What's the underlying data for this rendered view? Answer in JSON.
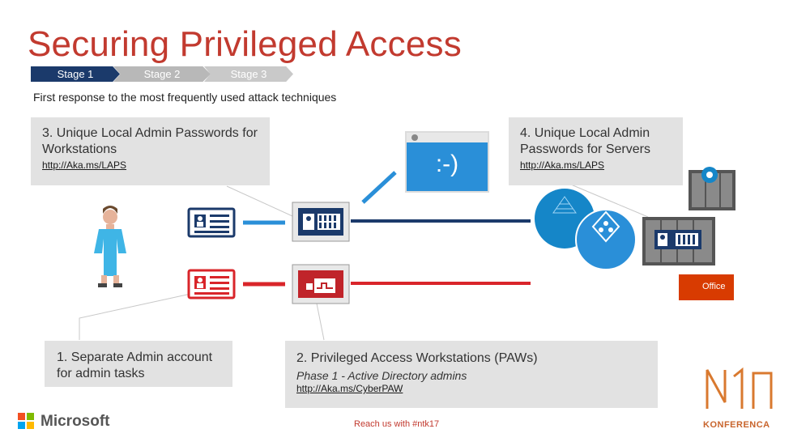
{
  "title": "Securing Privileged Access",
  "stages": [
    "Stage 1",
    "Stage 2",
    "Stage 3"
  ],
  "subtitle": "First response to the most frequently used attack techniques",
  "box3": {
    "title": "3. Unique Local Admin Passwords for Workstations",
    "link": "http://Aka.ms/LAPS"
  },
  "box4": {
    "title": "4. Unique Local Admin Passwords for Servers",
    "link": "http://Aka.ms/LAPS"
  },
  "box1": {
    "title": "1. Separate Admin account for admin tasks"
  },
  "box2": {
    "title": "2. Privileged Access Workstations (PAWs)",
    "phase": "Phase 1 - Active Directory admins",
    "link": "http://Aka.ms/CyberPAW"
  },
  "smiley": ":-)",
  "office_label": "Office",
  "footer": "Reach us with #ntk17",
  "microsoft": "Microsoft",
  "konferenca": "KONFERENCA",
  "colors": {
    "accent_red": "#c23a2f",
    "navy": "#1b3a6b",
    "blue": "#2a8fd8",
    "red": "#d9252a",
    "office": "#d83b01"
  }
}
